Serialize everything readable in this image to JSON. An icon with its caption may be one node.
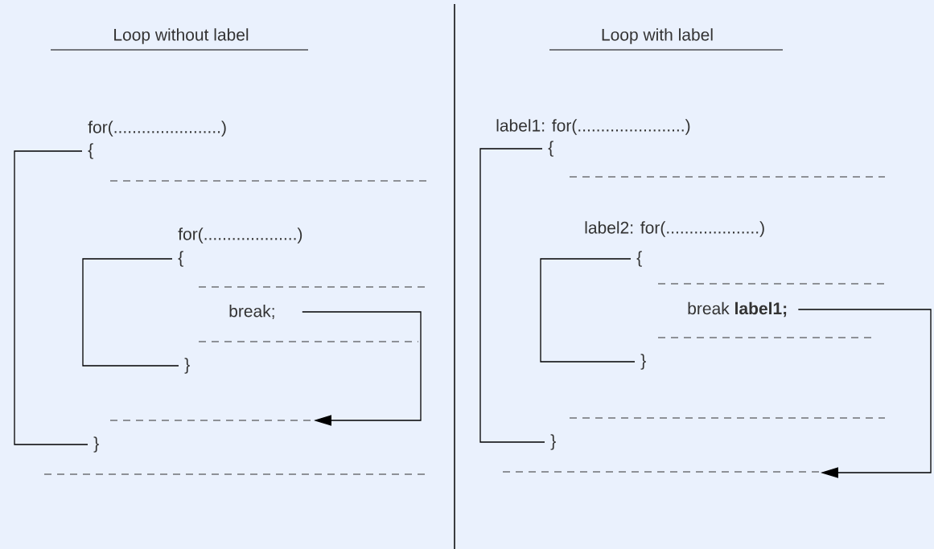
{
  "diagram": {
    "nodes": [
      {
        "text": [
          "for(.......................)"
        ]
      },
      {
        "text": [
          "{"
        ]
      },
      {
        "text": [
          "for(....................)"
        ]
      },
      {
        "text": [
          "{"
        ]
      },
      {
        "text": [
          "break;"
        ]
      },
      {
        "text": [
          "}"
        ]
      },
      {
        "text": [
          "}"
        ]
      },
      {
        "text": [
          "label1: for(.......................)"
        ]
      },
      {
        "text": [
          "{"
        ]
      },
      {
        "text": [
          "label2: for(....................)"
        ]
      },
      {
        "text": [
          "{"
        ]
      },
      {
        "text": [
          "break **label1;**"
        ]
      },
      {
        "text": [
          "}"
        ]
      },
      {
        "text": [
          "}"
        ]
      }
    ],
    "edges": [
      {
        "from": 1,
        "to": 6,
        "arrow": "none"
      },
      {
        "from": 3,
        "to": 5,
        "arrow": "none"
      },
      {
        "from": 4,
        "to": null,
        "arrow": "to"
      },
      {
        "from": 8,
        "to": 13,
        "arrow": "none"
      },
      {
        "from": 10,
        "to": 12,
        "arrow": "none"
      },
      {
        "from": 11,
        "to": null,
        "arrow": "to"
      }
    ],
    "labels": [
      "Loop without label",
      "Loop with label"
    ]
  }
}
